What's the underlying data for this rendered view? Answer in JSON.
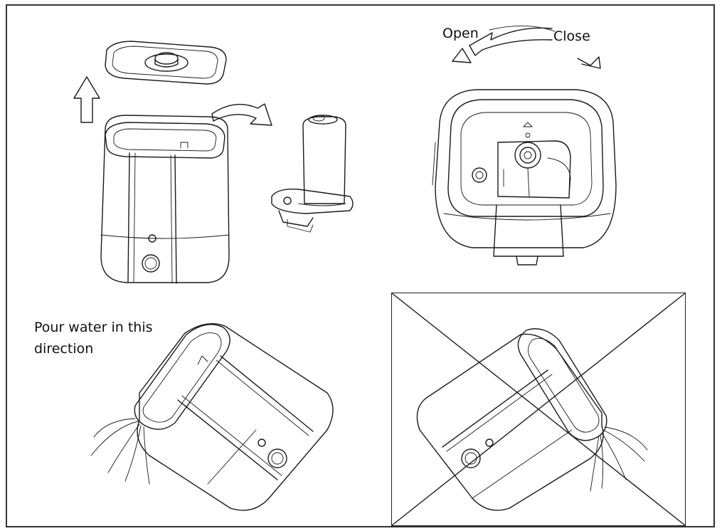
{
  "labels": {
    "open": "Open",
    "close": "Close",
    "pour_line1": "Pour water in this",
    "pour_line2": "direction"
  },
  "icons": [
    "up-arrow-icon",
    "curved-arrow-icon",
    "rotate-open-arrow-icon",
    "rotate-close-arrow-icon",
    "cross-out-icon"
  ],
  "colors": {
    "line": "#1a1a1a",
    "background": "#ffffff"
  }
}
